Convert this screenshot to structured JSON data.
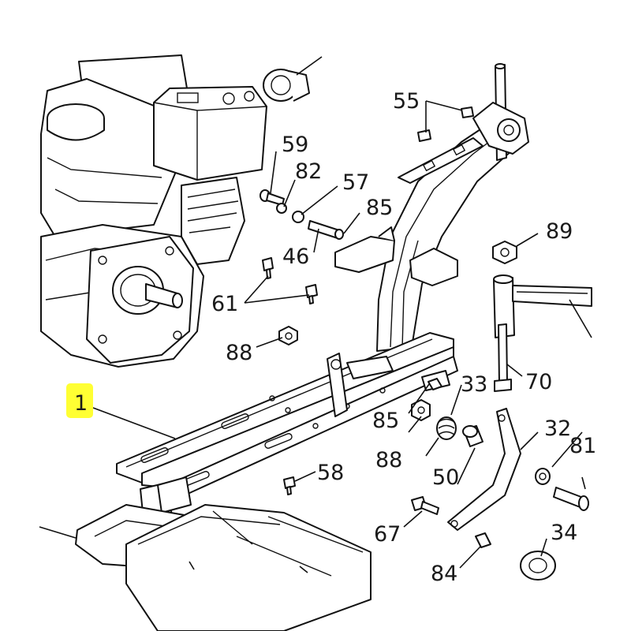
{
  "diagram": {
    "callouts": {
      "c1": "1",
      "c55": "55",
      "c59": "59",
      "c82": "82",
      "c57": "57",
      "c85a": "85",
      "c46": "46",
      "c89": "89",
      "c61": "61",
      "c88a": "88",
      "c33": "33",
      "c70": "70",
      "c85b": "85",
      "c88b": "88",
      "c32": "32",
      "c81": "81",
      "c58": "58",
      "c50": "50",
      "c67": "67",
      "c34": "34",
      "c84": "84"
    },
    "highlight_color": "#ffff33",
    "line_color": "#111111"
  }
}
